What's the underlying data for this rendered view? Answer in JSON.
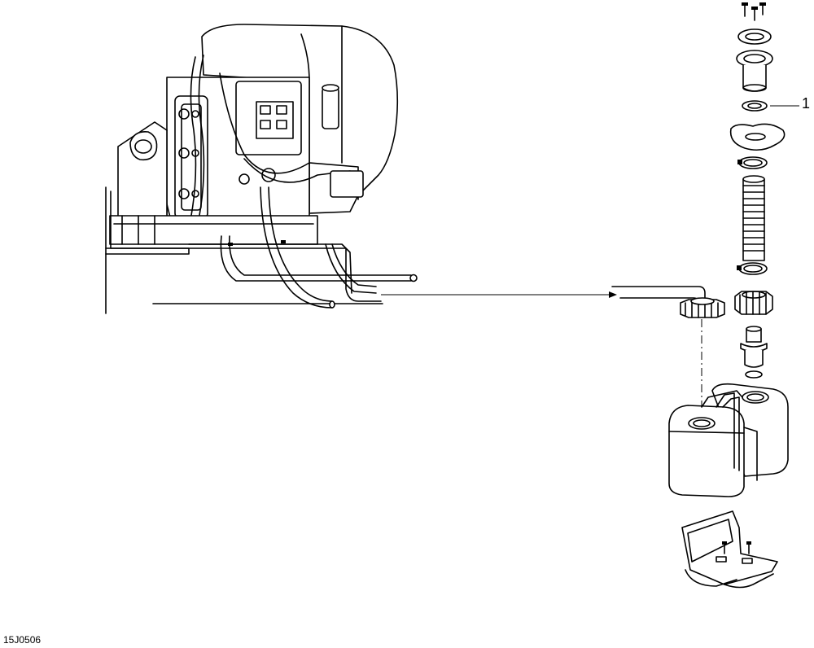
{
  "diagram": {
    "callouts": [
      {
        "id": "1",
        "label": "1"
      }
    ],
    "figure_code": "15J0506"
  }
}
